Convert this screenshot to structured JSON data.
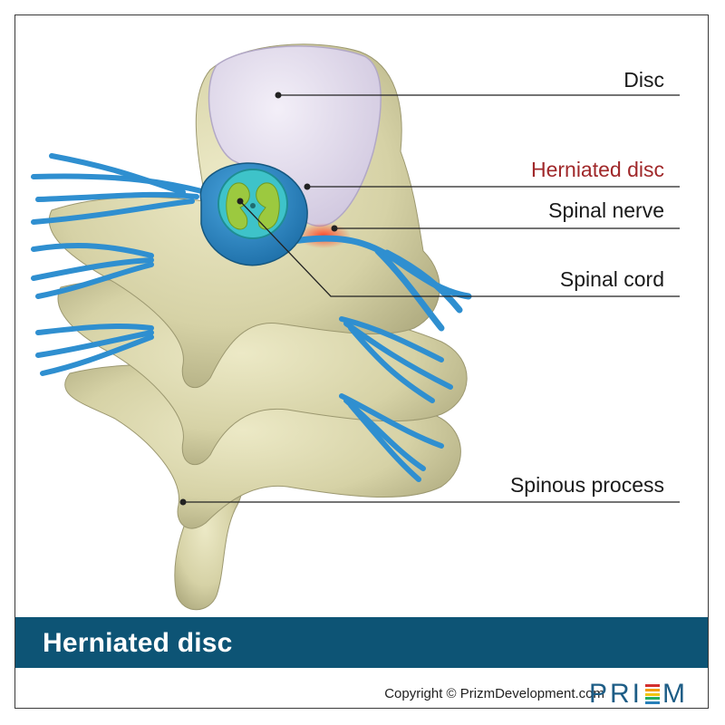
{
  "labels": {
    "disc": "Disc",
    "herniated_disc": "Herniated disc",
    "spinal_nerve": "Spinal nerve",
    "spinal_cord": "Spinal cord",
    "spinous_process": "Spinous process"
  },
  "banner": {
    "title": "Herniated disc"
  },
  "footer": {
    "copyright": "Copyright © PrizmDevelopment.com",
    "logo_left": "PRI",
    "logo_right": "M"
  },
  "colors": {
    "banner": "#0d5475",
    "herniation_label": "#a0282a",
    "bone": "#d6d2a6",
    "disc": "#e7e0ef",
    "nerve": "#2f8fd0",
    "cord": "#8bc34a",
    "logo_bars": [
      "#d32f2f",
      "#f39c12",
      "#f1c40f",
      "#27ae60",
      "#2980b9"
    ]
  }
}
